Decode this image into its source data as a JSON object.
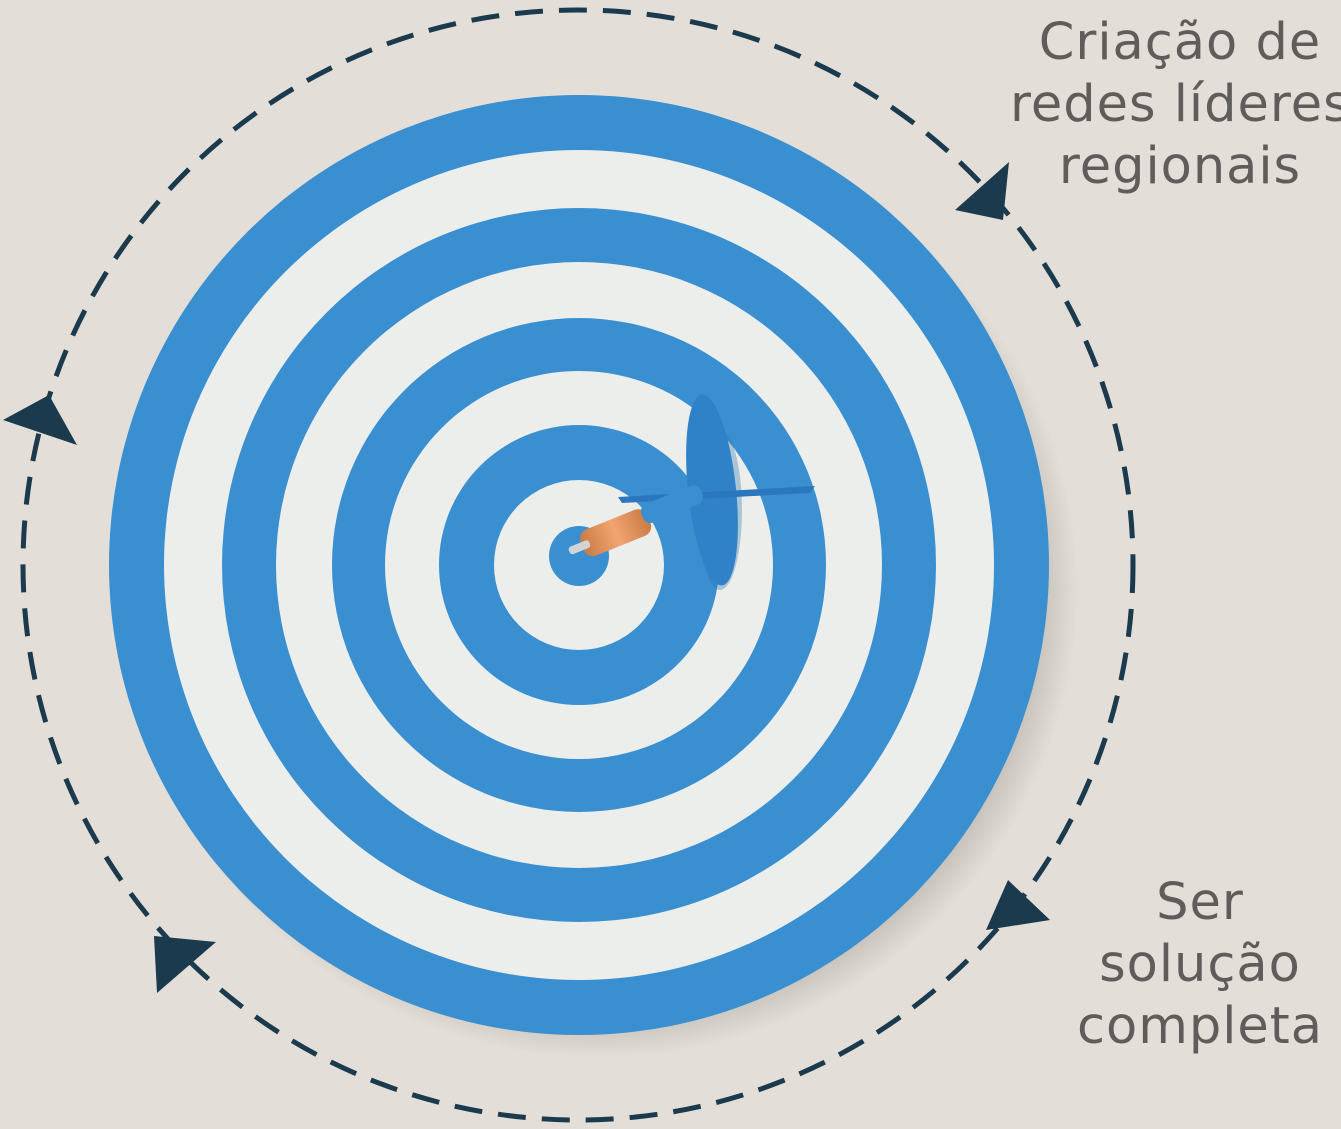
{
  "labels": {
    "top": [
      "Criação de",
      "redes líderes",
      "regionais"
    ],
    "bottom": [
      "Ser",
      "solução",
      "completa"
    ]
  },
  "colors": {
    "background": "#e3dfd8",
    "ring_blue": "#3a8fd0",
    "ring_white": "#eceeec",
    "dashed_cycle": "#1b3a4d",
    "label_text": "#5f5d5c"
  },
  "elements": {
    "target": "dartboard-target",
    "dart": "dart-in-bullseye",
    "cycle": "dashed-circular-cycle-arrows"
  }
}
